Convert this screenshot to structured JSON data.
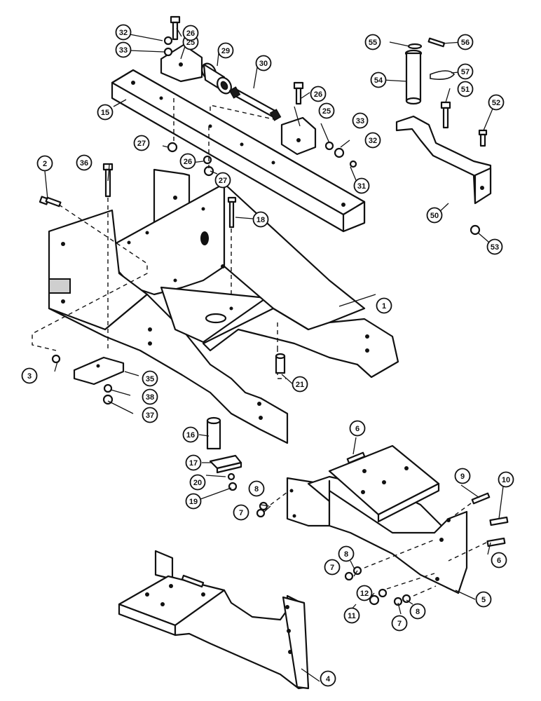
{
  "figure": {
    "callouts": [
      {
        "id": "c1",
        "label": "1"
      },
      {
        "id": "c2",
        "label": "2"
      },
      {
        "id": "c3",
        "label": "3"
      },
      {
        "id": "c4",
        "label": "4"
      },
      {
        "id": "c5",
        "label": "5"
      },
      {
        "id": "c6a",
        "label": "6"
      },
      {
        "id": "c6b",
        "label": "6"
      },
      {
        "id": "c7a",
        "label": "7"
      },
      {
        "id": "c7b",
        "label": "7"
      },
      {
        "id": "c7c",
        "label": "7"
      },
      {
        "id": "c8a",
        "label": "8"
      },
      {
        "id": "c8b",
        "label": "8"
      },
      {
        "id": "c8c",
        "label": "8"
      },
      {
        "id": "c9",
        "label": "9"
      },
      {
        "id": "c10",
        "label": "10"
      },
      {
        "id": "c11",
        "label": "11"
      },
      {
        "id": "c12",
        "label": "12"
      },
      {
        "id": "c15",
        "label": "15"
      },
      {
        "id": "c16",
        "label": "16"
      },
      {
        "id": "c17",
        "label": "17"
      },
      {
        "id": "c18",
        "label": "18"
      },
      {
        "id": "c19",
        "label": "19"
      },
      {
        "id": "c20",
        "label": "20"
      },
      {
        "id": "c21",
        "label": "21"
      },
      {
        "id": "c25a",
        "label": "25"
      },
      {
        "id": "c25b",
        "label": "25"
      },
      {
        "id": "c26a",
        "label": "26"
      },
      {
        "id": "c26b",
        "label": "26"
      },
      {
        "id": "c26c",
        "label": "26"
      },
      {
        "id": "c27a",
        "label": "27"
      },
      {
        "id": "c27b",
        "label": "27"
      },
      {
        "id": "c29",
        "label": "29"
      },
      {
        "id": "c30",
        "label": "30"
      },
      {
        "id": "c31",
        "label": "31"
      },
      {
        "id": "c32a",
        "label": "32"
      },
      {
        "id": "c32b",
        "label": "32"
      },
      {
        "id": "c33a",
        "label": "33"
      },
      {
        "id": "c33b",
        "label": "33"
      },
      {
        "id": "c35",
        "label": "35"
      },
      {
        "id": "c36",
        "label": "36"
      },
      {
        "id": "c37",
        "label": "37"
      },
      {
        "id": "c38",
        "label": "38"
      },
      {
        "id": "c50",
        "label": "50"
      },
      {
        "id": "c51",
        "label": "51"
      },
      {
        "id": "c52",
        "label": "52"
      },
      {
        "id": "c53",
        "label": "53"
      },
      {
        "id": "c54",
        "label": "54"
      },
      {
        "id": "c55",
        "label": "55"
      },
      {
        "id": "c56",
        "label": "56"
      },
      {
        "id": "c57",
        "label": "57"
      }
    ]
  }
}
